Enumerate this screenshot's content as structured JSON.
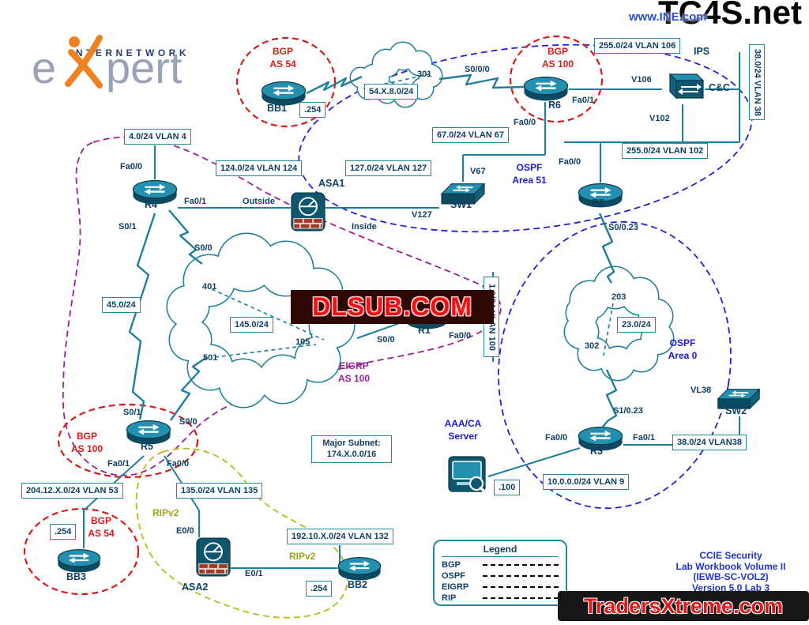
{
  "colors": {
    "teal": "#1f7f9b",
    "navy": "#0f3f63",
    "red": "#d81a1a",
    "blue": "#2020d8",
    "purple": "#9a1f9a",
    "olive": "#b8ba1f"
  },
  "branding": {
    "ine_url": "www.INE.com",
    "tc4s": "TC4S.net",
    "logo_top": "INTERNETWORK",
    "logo_e": "e",
    "logo_pert": "pert",
    "dlsub": "DLSUB.COM",
    "traders": "TradersXtreme.com",
    "workbook_1": "CCIE Security",
    "workbook_2": "Lab Workbook Volume II",
    "workbook_3": "(IEWB-SC-VOL2)",
    "workbook_4": "Version 5.0 Lab 3"
  },
  "devices": {
    "bb1": "BB1",
    "bb2": "BB2",
    "bb3": "BB3",
    "r1": "R1",
    "r2": "R2",
    "r3": "R3",
    "r4": "R4",
    "r5": "R5",
    "r6": "R6",
    "sw1": "SW1",
    "sw2": "SW2",
    "asa1": "ASA1",
    "asa2": "ASA2",
    "ips": "IPS",
    "cc": "C&C",
    "aaa_1": "AAA/CA",
    "aaa_2": "Server"
  },
  "areas": {
    "bgp54_top_1": "BGP",
    "bgp54_top_2": "AS 54",
    "bgp100_r6_1": "BGP",
    "bgp100_r6_2": "AS 100",
    "bgp100_r5_1": "BGP",
    "bgp100_r5_2": "AS 100",
    "bgp54_bb3_1": "BGP",
    "bgp54_bb3_2": "AS 54",
    "ospf51_1": "OSPF",
    "ospf51_2": "Area 51",
    "ospf0_1": "OSPF",
    "ospf0_2": "Area 0",
    "eigrp_1": "EIGRP",
    "eigrp_2": "AS 100",
    "rip_a": "RIPv2",
    "rip_b": "RIPv2"
  },
  "interfaces": {
    "n301": "301",
    "s000": "S0/0/0",
    "r6_fa01": "Fa0/1",
    "r6_fa00": "Fa0/0",
    "v106": "V106",
    "v102": "V102",
    "v67": "V67",
    "v127": "V127",
    "r2_fa00": "Fa0/0",
    "r2_s0023": "S0/0.23",
    "r4_fa00": "Fa0/0",
    "r4_fa01": "Fa0/1",
    "r4_s01": "S0/1",
    "r4_s00": "S0/0",
    "outside": "Outside",
    "inside": "Inside",
    "n401": "401",
    "n105": "105",
    "n501": "501",
    "r1_s00": "S0/0",
    "r1_fa00": "Fa0/0",
    "n203": "203",
    "n302": "302",
    "r3_s1023": "S1/0.23",
    "r3_fa00": "Fa0/0",
    "r3_fa01": "Fa0/1",
    "vl38": "VL38",
    "r5_s01": "S0/1",
    "r5_s00": "S0/0",
    "r5_fa01": "Fa0/1",
    "r5_fa00": "Fa0/0",
    "e00": "E0/0",
    "e01": "E0/1"
  },
  "subnets": {
    "vlan106": "255.0/24 VLAN 106",
    "net54": "54.X.8.0/24",
    "vlan38v": "38.0/24 VLAN 38",
    "vlan4": "4.0/24 VLAN 4",
    "vlan124": "124.0/24 VLAN 124",
    "vlan127": "127.0/24 VLAN 127",
    "vlan67": "67.0/24 VLAN 67",
    "vlan102": "255.0/24 VLAN 102",
    "net45": "45.0/24",
    "net145": "145.0/24",
    "vlan100v": "1.0/24 VLAN 100",
    "net23": "23.0/24",
    "major_1": "Major Subnet:",
    "major_2": "174.X.0.0/16",
    "vlan53": "204.12.X.0/24 VLAN 53",
    "vlan135": "135.0/24 VLAN 135",
    "vlan132": "192.10.X.0/24 VLAN 132",
    "vlan9": "10.0.0.0/24 VLAN 9",
    "vlan38b": "38.0/24 VLAN38",
    "dot254_bb1": ".254",
    "dot254_bb3": ".254",
    "dot254_bb2": ".254",
    "dot100": ".100"
  },
  "legend": {
    "title": "Legend",
    "items": [
      {
        "label": "BGP",
        "color": "#d81a1a"
      },
      {
        "label": "OSPF",
        "color": "#2020d8"
      },
      {
        "label": "EIGRP",
        "color": "#9a1f9a"
      },
      {
        "label": "RIP",
        "color": "#b8ba1f"
      }
    ]
  }
}
